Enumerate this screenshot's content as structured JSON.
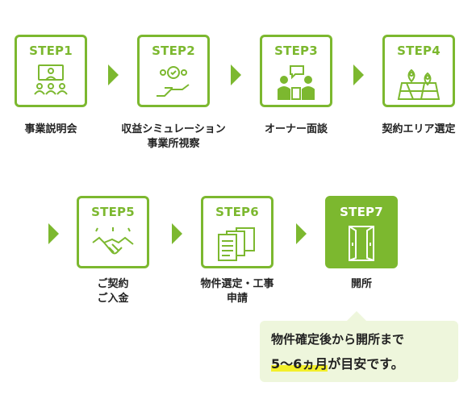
{
  "colors": {
    "accent": "#7cb82f",
    "highlight": "#f3ef2a",
    "note_bg": "#eef6dc"
  },
  "steps": [
    {
      "title": "STEP1",
      "caption": [
        "事業説明会"
      ],
      "icon": "seminar-icon"
    },
    {
      "title": "STEP2",
      "caption": [
        "収益シミュレーション",
        "事業所視察"
      ],
      "icon": "hand-coins-icon"
    },
    {
      "title": "STEP3",
      "caption": [
        "オーナー面談"
      ],
      "icon": "meeting-icon"
    },
    {
      "title": "STEP4",
      "caption": [
        "契約エリア選定"
      ],
      "icon": "map-pin-icon"
    },
    {
      "title": "STEP5",
      "caption": [
        "ご契約",
        "ご入金"
      ],
      "icon": "handshake-icon"
    },
    {
      "title": "STEP6",
      "caption": [
        "物件選定・工事",
        "申請"
      ],
      "icon": "documents-icon"
    },
    {
      "title": "STEP7",
      "caption": [
        "開所"
      ],
      "icon": "door-icon"
    }
  ],
  "note": {
    "line1": "物件確定後から開所まで",
    "line2_highlight": "5〜6ヵ月",
    "line2_rest": "が目安です。"
  }
}
